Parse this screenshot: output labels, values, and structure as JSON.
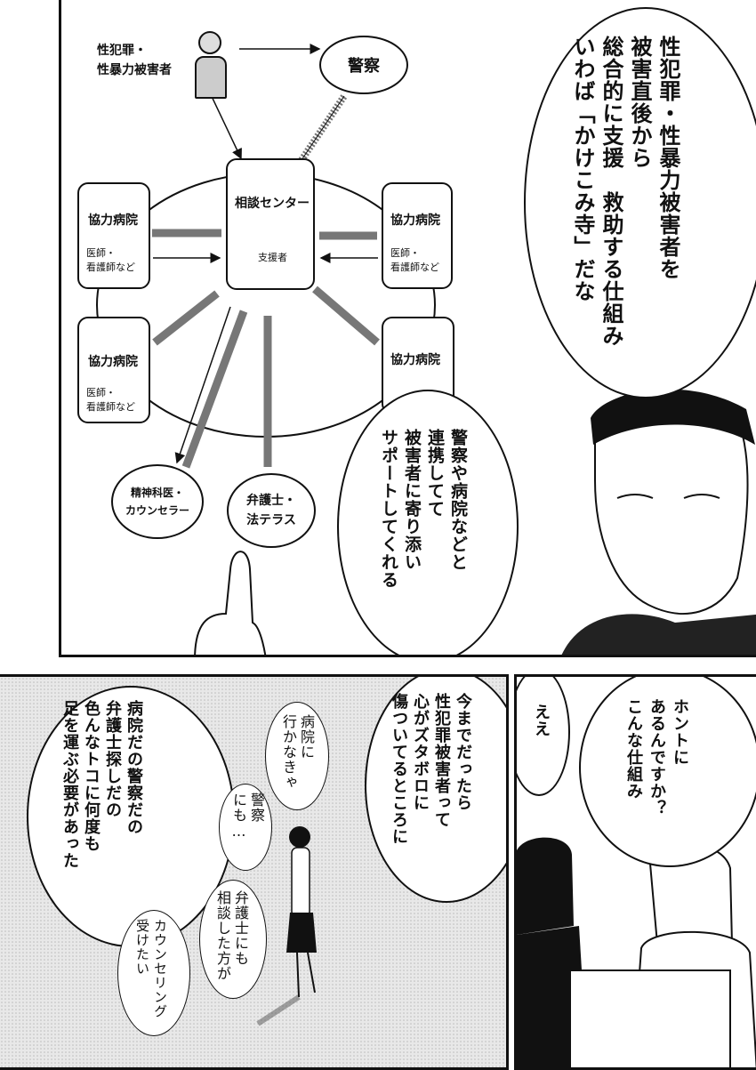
{
  "diagram": {
    "victim_label": [
      "性犯罪・",
      "性暴力被害者"
    ],
    "police_label": "警察",
    "center_title": "相談センター",
    "center_staff": "支援者",
    "hospital_label": "協力病院",
    "hospital_staff": [
      "医師・",
      "看護師など"
    ],
    "psychiatrist_label": [
      "精神科医・",
      "カウンセラー"
    ],
    "lawyer_label": [
      "弁護士・",
      "法テラス"
    ]
  },
  "bubble_main": [
    "性犯罪・性暴力被害者を",
    "被害直後から",
    "総合的に支援　救助する仕組み",
    "いわば「かけこみ寺」だな"
  ],
  "bubble_support": [
    "警察や病院などと",
    "連携してて",
    "被害者に寄り添い",
    "サポートしてくれる"
  ],
  "bubble_past": [
    "今までだったら",
    "性犯罪被害者って",
    "心がズタボロに",
    "傷ついてるところに"
  ],
  "bubble_past2": [
    "病院だの警察だの",
    "弁護士探しだの",
    "色んなトコに何度も",
    "足を運ぶ必要があった"
  ],
  "thoughts": {
    "hospital": [
      "病院に",
      "行かなきゃ"
    ],
    "police": [
      "警察",
      "にも…"
    ],
    "lawyer": [
      "弁護士にも",
      "相談した方が"
    ],
    "counseling": [
      "カウンセリング",
      "受けたい"
    ]
  },
  "bubble_question": [
    "ホントに",
    "あるんですか？",
    "こんな仕組み"
  ],
  "bubble_ee": "ええ"
}
